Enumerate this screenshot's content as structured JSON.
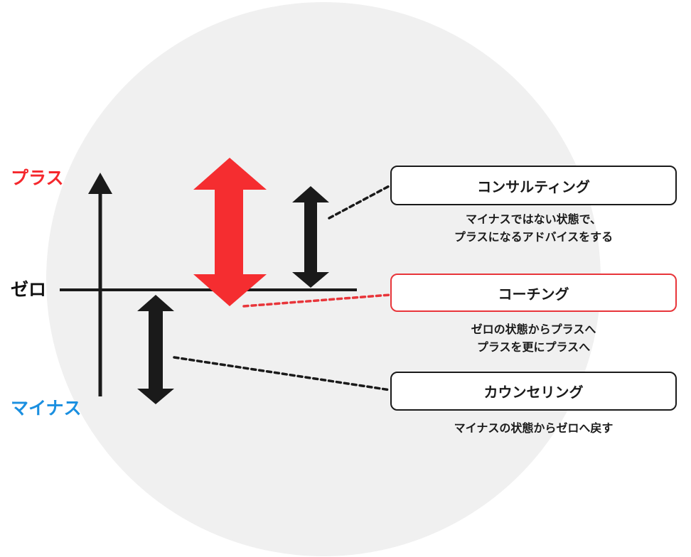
{
  "axis_labels": {
    "plus": "プラス",
    "zero": "ゼロ",
    "minus": "マイナス"
  },
  "colors": {
    "plus": "#f5282d",
    "minus": "#1a8fe0",
    "zero": "#111111",
    "background_circle": "#f0f0f0",
    "accent_red": "#e8353a"
  },
  "items": [
    {
      "title": "コンサルティング",
      "description": [
        "マイナスではない状態で、",
        "プラスになるアドバイスをする"
      ]
    },
    {
      "title": "コーチング",
      "description": [
        "ゼロの状態からプラスへ",
        "プラスを更にプラスへ"
      ]
    },
    {
      "title": "カウンセリング",
      "description": [
        "マイナスの状態からゼロへ戻す"
      ]
    }
  ]
}
